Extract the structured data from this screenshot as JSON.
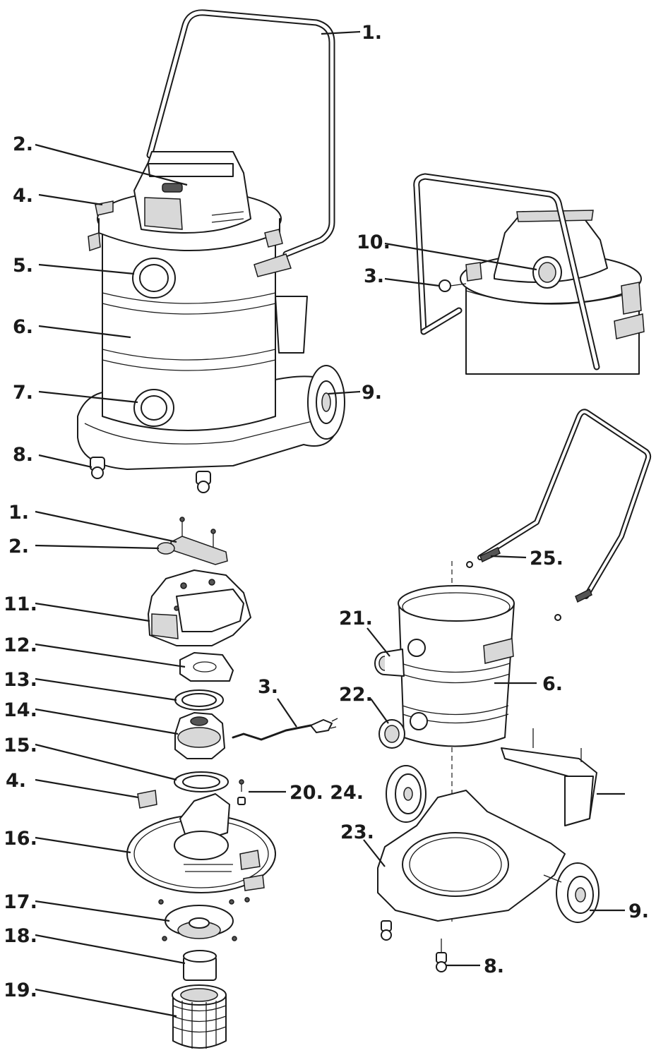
{
  "main_view": {
    "labels": {
      "handle": "1.",
      "switch": "2.",
      "latch": "4.",
      "inlet": "5.",
      "tank": "6.",
      "drain": "7.",
      "caster": "8.",
      "wheel": "9."
    }
  },
  "rear_view": {
    "labels": {
      "blower_port": "10.",
      "power_cord": "3."
    }
  },
  "motor_exploded": {
    "labels": {
      "handle_cap": "1.",
      "switch": "2.",
      "motor_cover": "11.",
      "motor_bracket": "12.",
      "gasket_top": "13.",
      "motor": "14.",
      "gasket_bottom": "15.",
      "latch": "4.",
      "screws": "20. 24.",
      "power_cord": "3.",
      "lid": "16.",
      "filter_cage": "17.",
      "float": "18.",
      "filter": "19."
    }
  },
  "tank_exploded": {
    "labels": {
      "handle_screw": "25.",
      "inlet_adapter": "21.",
      "drain_cap": "22.",
      "tank": "6.",
      "base": "23.",
      "wheel": "9.",
      "caster": "8."
    }
  }
}
